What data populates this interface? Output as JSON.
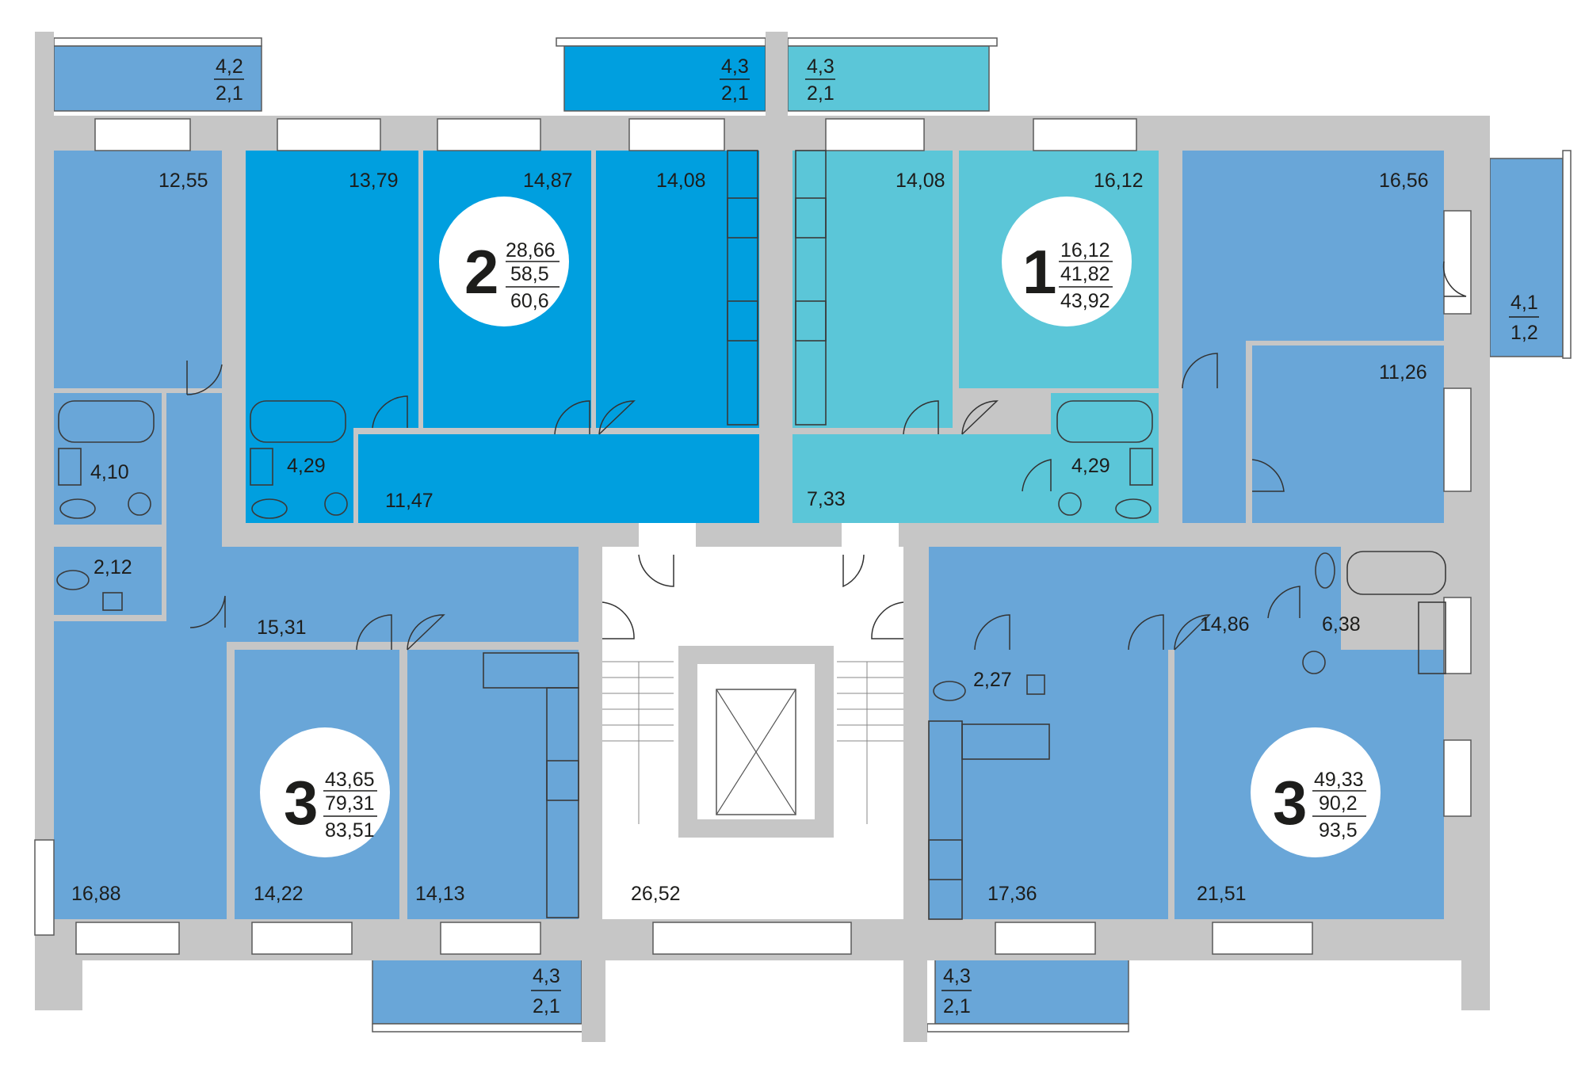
{
  "colors": {
    "wall": "#c6c6c6",
    "apt3": "#69a6d8",
    "apt2": "#009fdf",
    "apt1": "#5bc6d8",
    "common": "#ffffff",
    "text": "#1d1d1b"
  },
  "apartments": [
    {
      "id": "apt-2",
      "rooms": "2",
      "living": "28,66",
      "total": "58,5",
      "total_with_balcony": "60,6"
    },
    {
      "id": "apt-1",
      "rooms": "1",
      "living": "16,12",
      "total": "41,82",
      "total_with_balcony": "43,92"
    },
    {
      "id": "apt-3-left",
      "rooms": "3",
      "living": "43,65",
      "total": "79,31",
      "total_with_balcony": "83,51"
    },
    {
      "id": "apt-3-right",
      "rooms": "3",
      "living": "49,33",
      "total": "90,2",
      "total_with_balcony": "93,5"
    }
  ],
  "rooms": {
    "r1255": "12,55",
    "r1379": "13,79",
    "r1487": "14,87",
    "r1408a": "14,08",
    "r1408b": "14,08",
    "r1612": "16,12",
    "r1656": "16,56",
    "r1126": "11,26",
    "r410": "4,10",
    "r429a": "4,29",
    "r1147": "11,47",
    "r733": "7,33",
    "r429b": "4,29",
    "r212": "2,12",
    "r1531": "15,31",
    "r1486": "14,86",
    "r638": "6,38",
    "r227": "2,27",
    "r1688": "16,88",
    "r1422": "14,22",
    "r1413": "14,13",
    "r2652": "26,52",
    "r1736": "17,36",
    "r2151": "21,51"
  },
  "balconies": [
    {
      "id": "top-left",
      "area": "4,2",
      "depth": "2,1"
    },
    {
      "id": "top-mid-left",
      "area": "4,3",
      "depth": "2,1"
    },
    {
      "id": "top-mid-right",
      "area": "4,3",
      "depth": "2,1"
    },
    {
      "id": "right",
      "area": "4,1",
      "depth": "1,2"
    },
    {
      "id": "bottom-left",
      "area": "4,3",
      "depth": "2,1"
    },
    {
      "id": "bottom-right",
      "area": "4,3",
      "depth": "2,1"
    }
  ]
}
